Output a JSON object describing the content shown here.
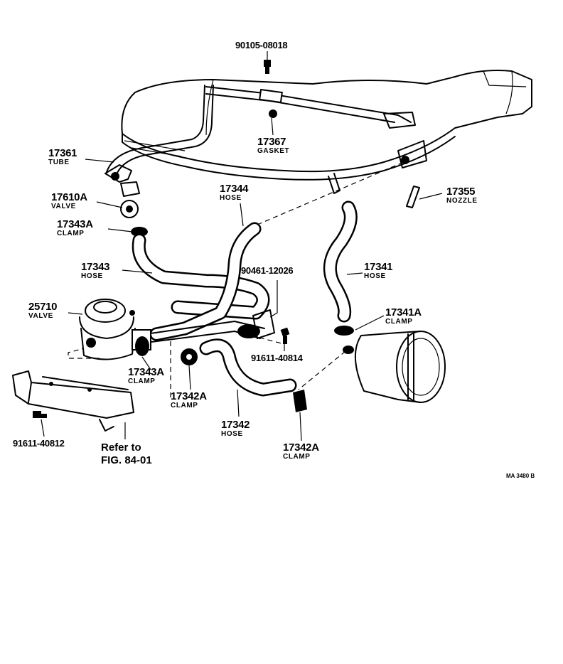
{
  "parts": [
    {
      "id": "p1",
      "number": "90105-08018",
      "name": ""
    },
    {
      "id": "p2",
      "number": "17367",
      "name": "GASKET"
    },
    {
      "id": "p3",
      "number": "17361",
      "name": "TUBE"
    },
    {
      "id": "p4",
      "number": "17610A",
      "name": "VALVE"
    },
    {
      "id": "p5",
      "number": "17343A",
      "name": "CLAMP"
    },
    {
      "id": "p6",
      "number": "17344",
      "name": "HOSE"
    },
    {
      "id": "p7",
      "number": "17355",
      "name": "NOZZLE"
    },
    {
      "id": "p8",
      "number": "17343",
      "name": "HOSE"
    },
    {
      "id": "p9",
      "number": "90461-12026",
      "name": ""
    },
    {
      "id": "p10",
      "number": "17341",
      "name": "HOSE"
    },
    {
      "id": "p11",
      "number": "25710",
      "name": "VALVE"
    },
    {
      "id": "p12",
      "number": "17341A",
      "name": "CLAMP"
    },
    {
      "id": "p13",
      "number": "91611-40814",
      "name": ""
    },
    {
      "id": "p14",
      "number": "17343A",
      "name": "CLAMP"
    },
    {
      "id": "p15",
      "number": "17342A",
      "name": "CLAMP"
    },
    {
      "id": "p16",
      "number": "17342",
      "name": "HOSE"
    },
    {
      "id": "p17",
      "number": "17342A",
      "name": "CLAMP"
    },
    {
      "id": "p18",
      "number": "91611-40812",
      "name": ""
    }
  ],
  "reference": {
    "line1": "Refer to",
    "line2": "FIG. 84-01"
  },
  "drawing_code": "MA 3480 B"
}
